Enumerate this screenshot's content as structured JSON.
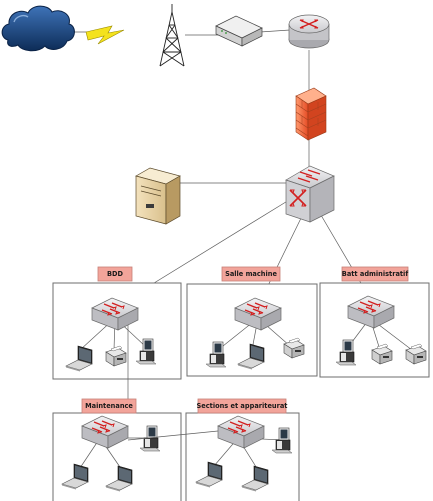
{
  "zones": {
    "bdd": "BDD",
    "salle_machine": "Salle machine",
    "batt_admin": "Batt administratif",
    "maintenance": "Maintenance",
    "sections": "Sections et appariteurat"
  },
  "colors": {
    "tag_fill": "#f2a49a",
    "firewall": "#f06a3c",
    "switch_top": "#d9d9dc",
    "cloud": "#1f4f86",
    "lightning": "#f4e21d"
  }
}
